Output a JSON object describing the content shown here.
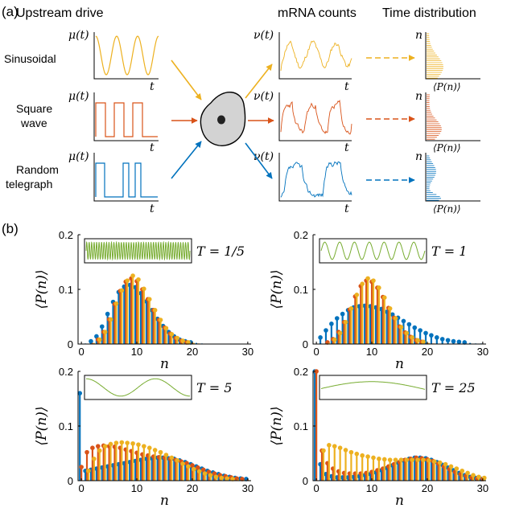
{
  "panel_a": {
    "label": "(a)",
    "headers": {
      "drive": "Upstream drive",
      "counts": "mRNA counts",
      "time_dist": "Time distribution"
    },
    "rows": [
      {
        "label_lines": [
          "Sinusoidal"
        ],
        "drive_type": "sinusoidal",
        "color": "#EDB120"
      },
      {
        "label_lines": [
          "Square",
          "wave"
        ],
        "drive_type": "square",
        "color": "#D95319"
      },
      {
        "label_lines": [
          "Random",
          "telegraph"
        ],
        "drive_type": "telegraph",
        "color": "#0072BD"
      }
    ],
    "axis_text": {
      "mu": "μ(t)",
      "nu": "ν(t)",
      "t": "t",
      "n": "n",
      "pn": "⟨P(n)⟩"
    },
    "icons": [
      "cell-icon"
    ]
  },
  "panel_b": {
    "label": "(b)",
    "colors": {
      "sinusoidal": "#EDB120",
      "square": "#D95319",
      "telegraph": "#0072BD",
      "inset": "#77AC30"
    },
    "xlabel": "n",
    "ylabel": "⟨P(n)⟩"
  },
  "chart_data": [
    {
      "type": "bar",
      "title": "T = 1/5",
      "xlabel": "n",
      "ylabel": "⟨P(n)⟩",
      "xlim": [
        0,
        31
      ],
      "ylim": [
        0,
        0.2
      ],
      "xticks": [
        0,
        10,
        20,
        30
      ],
      "yticks": [
        0,
        0.1,
        0.2
      ],
      "x": [
        0,
        1,
        2,
        3,
        4,
        5,
        6,
        7,
        8,
        9,
        10,
        11,
        12,
        13,
        14,
        15,
        16,
        17,
        18,
        19,
        20,
        21,
        22,
        23,
        24,
        25,
        26,
        27,
        28,
        29,
        30
      ],
      "series": [
        {
          "color": "#0072BD",
          "values": [
            0.0,
            0.001,
            0.005,
            0.014,
            0.032,
            0.055,
            0.077,
            0.095,
            0.105,
            0.108,
            0.104,
            0.093,
            0.078,
            0.062,
            0.046,
            0.033,
            0.022,
            0.014,
            0.008,
            0.005,
            0.003,
            0.002,
            0.001,
            0.0,
            0.0,
            0.0,
            0.0,
            0.0,
            0.0,
            0.0,
            0.0
          ]
        },
        {
          "color": "#D95319",
          "values": [
            0.0,
            0.0,
            0.002,
            0.008,
            0.022,
            0.045,
            0.073,
            0.097,
            0.114,
            0.12,
            0.115,
            0.1,
            0.082,
            0.062,
            0.044,
            0.03,
            0.019,
            0.011,
            0.006,
            0.003,
            0.002,
            0.001,
            0.0,
            0.0,
            0.0,
            0.0,
            0.0,
            0.0,
            0.0,
            0.0,
            0.0
          ]
        },
        {
          "color": "#EDB120",
          "values": [
            0.0,
            0.0,
            0.002,
            0.008,
            0.022,
            0.045,
            0.074,
            0.098,
            0.116,
            0.125,
            0.118,
            0.101,
            0.082,
            0.062,
            0.044,
            0.029,
            0.018,
            0.011,
            0.006,
            0.003,
            0.002,
            0.001,
            0.0,
            0.0,
            0.0,
            0.0,
            0.0,
            0.0,
            0.0,
            0.0,
            0.0
          ]
        }
      ]
    },
    {
      "type": "bar",
      "title": "T = 1",
      "xlabel": "n",
      "ylabel": "⟨P(n)⟩",
      "xlim": [
        0,
        31
      ],
      "ylim": [
        0,
        0.2
      ],
      "xticks": [
        0,
        10,
        20,
        30
      ],
      "yticks": [
        0,
        0.1,
        0.2
      ],
      "x": [
        0,
        1,
        2,
        3,
        4,
        5,
        6,
        7,
        8,
        9,
        10,
        11,
        12,
        13,
        14,
        15,
        16,
        17,
        18,
        19,
        20,
        21,
        22,
        23,
        24,
        25,
        26,
        27,
        28,
        29,
        30
      ],
      "series": [
        {
          "color": "#0072BD",
          "values": [
            0.0,
            0.012,
            0.025,
            0.037,
            0.047,
            0.055,
            0.062,
            0.067,
            0.069,
            0.07,
            0.069,
            0.067,
            0.064,
            0.059,
            0.054,
            0.048,
            0.042,
            0.036,
            0.03,
            0.025,
            0.02,
            0.016,
            0.012,
            0.009,
            0.007,
            0.005,
            0.004,
            0.003,
            0.002,
            0.001,
            0.001
          ]
        },
        {
          "color": "#D95319",
          "values": [
            0.0,
            0.0,
            0.003,
            0.009,
            0.022,
            0.04,
            0.063,
            0.087,
            0.106,
            0.116,
            0.114,
            0.103,
            0.086,
            0.066,
            0.048,
            0.032,
            0.021,
            0.013,
            0.007,
            0.004,
            0.002,
            0.001,
            0.0,
            0.0,
            0.0,
            0.0,
            0.0,
            0.0,
            0.0,
            0.0,
            0.0
          ]
        },
        {
          "color": "#EDB120",
          "values": [
            0.0,
            0.0,
            0.002,
            0.008,
            0.02,
            0.04,
            0.065,
            0.09,
            0.11,
            0.12,
            0.116,
            0.103,
            0.085,
            0.065,
            0.047,
            0.031,
            0.02,
            0.012,
            0.007,
            0.004,
            0.002,
            0.001,
            0.0,
            0.0,
            0.0,
            0.0,
            0.0,
            0.0,
            0.0,
            0.0,
            0.0
          ]
        }
      ]
    },
    {
      "type": "bar",
      "title": "T = 5",
      "xlabel": "n",
      "ylabel": "⟨P(n)⟩",
      "xlim": [
        0,
        31
      ],
      "ylim": [
        0,
        0.2
      ],
      "xticks": [
        0,
        10,
        20,
        30
      ],
      "yticks": [
        0,
        0.1,
        0.2
      ],
      "x": [
        0,
        1,
        2,
        3,
        4,
        5,
        6,
        7,
        8,
        9,
        10,
        11,
        12,
        13,
        14,
        15,
        16,
        17,
        18,
        19,
        20,
        21,
        22,
        23,
        24,
        25,
        26,
        27,
        28,
        29,
        30
      ],
      "series": [
        {
          "color": "#0072BD",
          "values": [
            0.16,
            0.018,
            0.02,
            0.022,
            0.024,
            0.026,
            0.028,
            0.03,
            0.032,
            0.034,
            0.036,
            0.038,
            0.04,
            0.041,
            0.042,
            0.042,
            0.041,
            0.04,
            0.037,
            0.034,
            0.03,
            0.026,
            0.022,
            0.018,
            0.015,
            0.012,
            0.009,
            0.007,
            0.005,
            0.004,
            0.003
          ]
        },
        {
          "color": "#D95319",
          "values": [
            0.025,
            0.052,
            0.06,
            0.063,
            0.064,
            0.063,
            0.062,
            0.06,
            0.057,
            0.054,
            0.051,
            0.048,
            0.046,
            0.044,
            0.043,
            0.042,
            0.04,
            0.038,
            0.035,
            0.032,
            0.028,
            0.024,
            0.02,
            0.016,
            0.013,
            0.01,
            0.008,
            0.006,
            0.004,
            0.003,
            0.002
          ]
        },
        {
          "color": "#EDB120",
          "values": [
            0.0,
            0.018,
            0.04,
            0.055,
            0.063,
            0.067,
            0.069,
            0.07,
            0.069,
            0.068,
            0.066,
            0.063,
            0.06,
            0.056,
            0.052,
            0.047,
            0.042,
            0.037,
            0.031,
            0.026,
            0.021,
            0.017,
            0.013,
            0.01,
            0.007,
            0.005,
            0.004,
            0.003,
            0.002,
            0.001,
            0.001
          ]
        }
      ]
    },
    {
      "type": "bar",
      "title": "T = 25",
      "xlabel": "n",
      "ylabel": "⟨P(n)⟩",
      "xlim": [
        0,
        31
      ],
      "ylim": [
        0,
        0.2
      ],
      "xticks": [
        0,
        10,
        20,
        30
      ],
      "yticks": [
        0,
        0.1,
        0.2
      ],
      "x": [
        0,
        1,
        2,
        3,
        4,
        5,
        6,
        7,
        8,
        9,
        10,
        11,
        12,
        13,
        14,
        15,
        16,
        17,
        18,
        19,
        20,
        21,
        22,
        23,
        24,
        25,
        26,
        27,
        28,
        29,
        30
      ],
      "series": [
        {
          "color": "#0072BD",
          "values": [
            0.21,
            0.03,
            0.012,
            0.008,
            0.006,
            0.006,
            0.006,
            0.007,
            0.008,
            0.01,
            0.012,
            0.015,
            0.019,
            0.023,
            0.028,
            0.033,
            0.037,
            0.04,
            0.042,
            0.042,
            0.041,
            0.038,
            0.034,
            0.029,
            0.024,
            0.019,
            0.014,
            0.01,
            0.007,
            0.005,
            0.003
          ]
        },
        {
          "color": "#D95319",
          "values": [
            0.2,
            0.055,
            0.032,
            0.022,
            0.017,
            0.014,
            0.013,
            0.013,
            0.013,
            0.014,
            0.016,
            0.019,
            0.022,
            0.026,
            0.03,
            0.034,
            0.038,
            0.04,
            0.042,
            0.041,
            0.039,
            0.036,
            0.031,
            0.026,
            0.021,
            0.016,
            0.012,
            0.009,
            0.006,
            0.004,
            0.003
          ]
        },
        {
          "color": "#EDB120",
          "values": [
            0.0,
            0.055,
            0.065,
            0.063,
            0.06,
            0.056,
            0.052,
            0.049,
            0.046,
            0.044,
            0.042,
            0.04,
            0.039,
            0.038,
            0.038,
            0.038,
            0.038,
            0.038,
            0.038,
            0.038,
            0.037,
            0.035,
            0.033,
            0.03,
            0.026,
            0.022,
            0.018,
            0.014,
            0.01,
            0.007,
            0.005
          ]
        }
      ]
    }
  ]
}
